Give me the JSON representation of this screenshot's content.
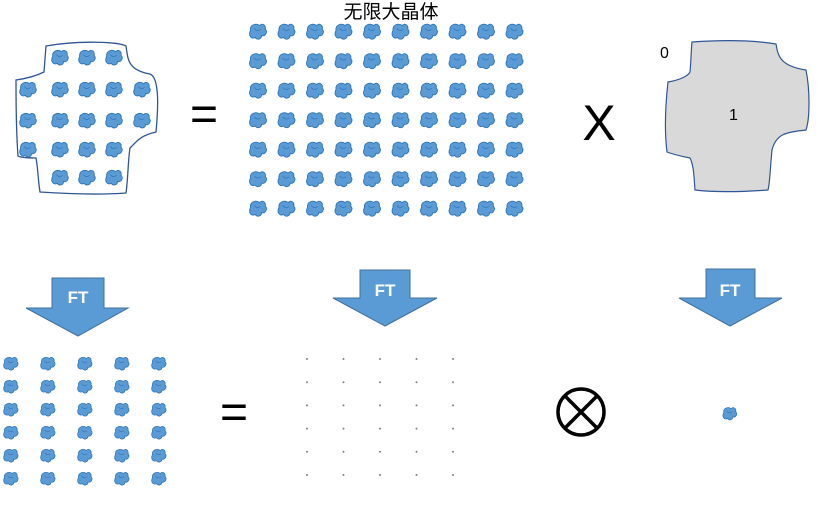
{
  "title": "无限大晶体",
  "equals_symbol": "=",
  "multiply_symbol": "X",
  "convolution_symbol": "⊗",
  "ft_label": "FT",
  "shape_function": {
    "outside_label": "0",
    "inside_label": "1"
  },
  "colors": {
    "molecule_fill": "#5b9bd5",
    "molecule_stroke": "#2e75b6",
    "arrow_fill": "#5b9bd5",
    "shape_fill": "#d9d9d9",
    "outline": "#2f5597",
    "dot": "#7f7f7f"
  },
  "icons": {
    "molecule": "molecule-blob-icon",
    "lattice_point": "dot-icon",
    "arrow": "down-arrow-icon"
  }
}
